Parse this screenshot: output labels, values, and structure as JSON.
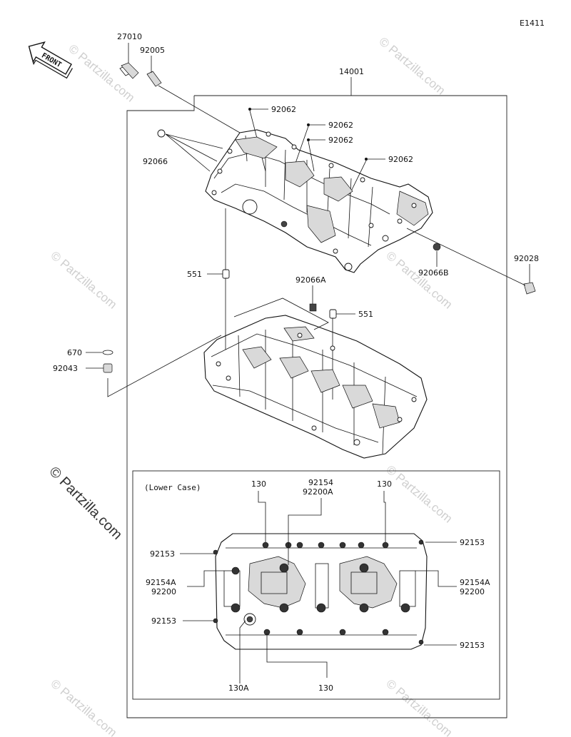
{
  "diagram_code": "E1411",
  "front_label": "FRONT",
  "watermark": "© Partzilla.com",
  "lower_case_label": "(Lower Case)",
  "parts": {
    "p27010": "27010",
    "p92005": "92005",
    "p14001": "14001",
    "p92062_a": "92062",
    "p92062_b": "92062",
    "p92062_c": "92062",
    "p92062_d": "92062",
    "p92066": "92066",
    "p92028": "92028",
    "p92066B": "92066B",
    "p551_left": "551",
    "p92066A": "92066A",
    "p551_right": "551",
    "p670": "670",
    "p92043": "92043"
  },
  "lower_parts": {
    "p130_tl": "130",
    "p92154_top": "92154",
    "p92200A_top": "92200A",
    "p130_tr": "130",
    "p92153_tr": "92153",
    "p92153_l1": "92153",
    "p92154A_left": "92154A",
    "p92200_left": "92200",
    "p92154A_right": "92154A",
    "p92200_right": "92200",
    "p92153_l2": "92153",
    "p92153_br": "92153",
    "p130A": "130A",
    "p130_bottom": "130"
  }
}
